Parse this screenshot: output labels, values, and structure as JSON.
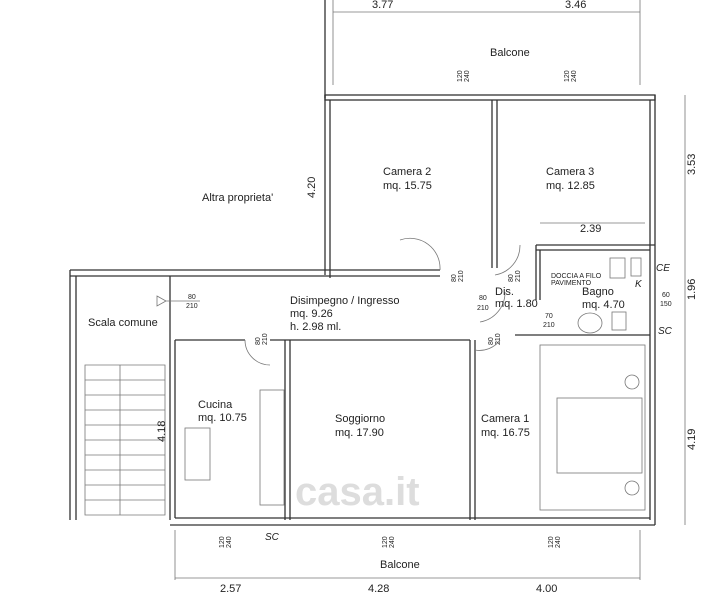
{
  "rooms": {
    "camera2": {
      "name": "Camera 2",
      "area": "mq. 15.75"
    },
    "camera3": {
      "name": "Camera 3",
      "area": "mq. 12.85"
    },
    "altra": {
      "name": "Altra proprieta'"
    },
    "disimpegno": {
      "name": "Disimpegno / Ingresso",
      "area": "mq. 9.26",
      "height": "h. 2.98 ml."
    },
    "dis": {
      "name": "Dis.",
      "area": "mq. 1.80"
    },
    "bagno": {
      "name": "Bagno",
      "area": "mq. 4.70",
      "shower": "DOCCIA A FILO",
      "shower2": "PAVIMENTO"
    },
    "scala": {
      "name": "Scala comune"
    },
    "cucina": {
      "name": "Cucina",
      "area": "mq. 10.75"
    },
    "soggiorno": {
      "name": "Soggiorno",
      "area": "mq. 17.90"
    },
    "camera1": {
      "name": "Camera 1",
      "area": "mq. 16.75"
    },
    "balcone_top": {
      "name": "Balcone"
    },
    "balcone_bottom": {
      "name": "Balcone"
    }
  },
  "dimensions": {
    "top1": "3.77",
    "top2": "3.46",
    "left_upper": "4.20",
    "right_upper": "3.53",
    "right_mid": "1.96",
    "right_low": "4.19",
    "left_low": "4.18",
    "inner_cam3": "2.39",
    "bottom1": "2.57",
    "bottom2": "4.28",
    "bottom3": "4.00"
  },
  "openings": {
    "w_a": "120",
    "w_b": "240",
    "d_a": "80",
    "d_b": "210",
    "d70": "70",
    "b_a": "60",
    "b_b": "150"
  },
  "markers": {
    "ce": "CE",
    "sc": "SC",
    "k": "K"
  },
  "watermark": "casa.it"
}
